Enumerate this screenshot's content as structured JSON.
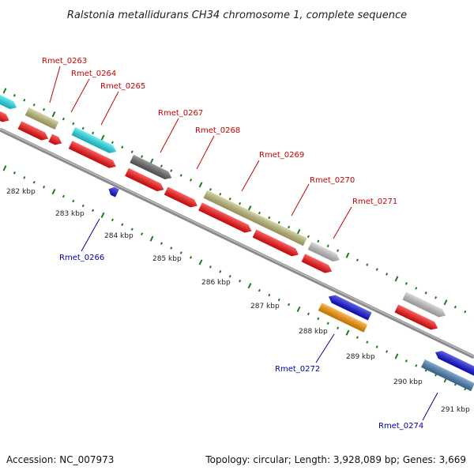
{
  "title": "Ralstonia metallidurans CH34 chromosome 1, complete sequence",
  "footer": {
    "accession": "Accession: NC_007973",
    "summary": "Topology: circular; Length: 3,928,089 bp; Genes: 3,669"
  },
  "colors": {
    "backbone": "#8a8a8a",
    "tick": "#1f7a1f",
    "label_forward": "#cc0000",
    "label_reverse": "#0000aa",
    "gene_red": "#ff1010",
    "gene_cyan": "#22e5ee",
    "gene_khaki": "#c4c07a",
    "gene_darkgray": "#666666",
    "gene_lightgray": "#c8c8c8",
    "gene_blue": "#1010e0",
    "gene_orange": "#ff9900",
    "gene_steel": "#4a7fb5"
  },
  "ticks": [
    "282 kbp",
    "283 kbp",
    "284 kbp",
    "285 kbp",
    "286 kbp",
    "287 kbp",
    "288 kbp",
    "289 kbp",
    "290 kbp",
    "291 kbp"
  ],
  "gene_labels": {
    "forward": [
      "Rmet_0263",
      "Rmet_0264",
      "Rmet_0265",
      "Rmet_0267",
      "Rmet_0268",
      "Rmet_0269",
      "Rmet_0270",
      "Rmet_0271"
    ],
    "reverse": [
      "Rmet_0266",
      "Rmet_0272",
      "Rmet_0274"
    ]
  }
}
